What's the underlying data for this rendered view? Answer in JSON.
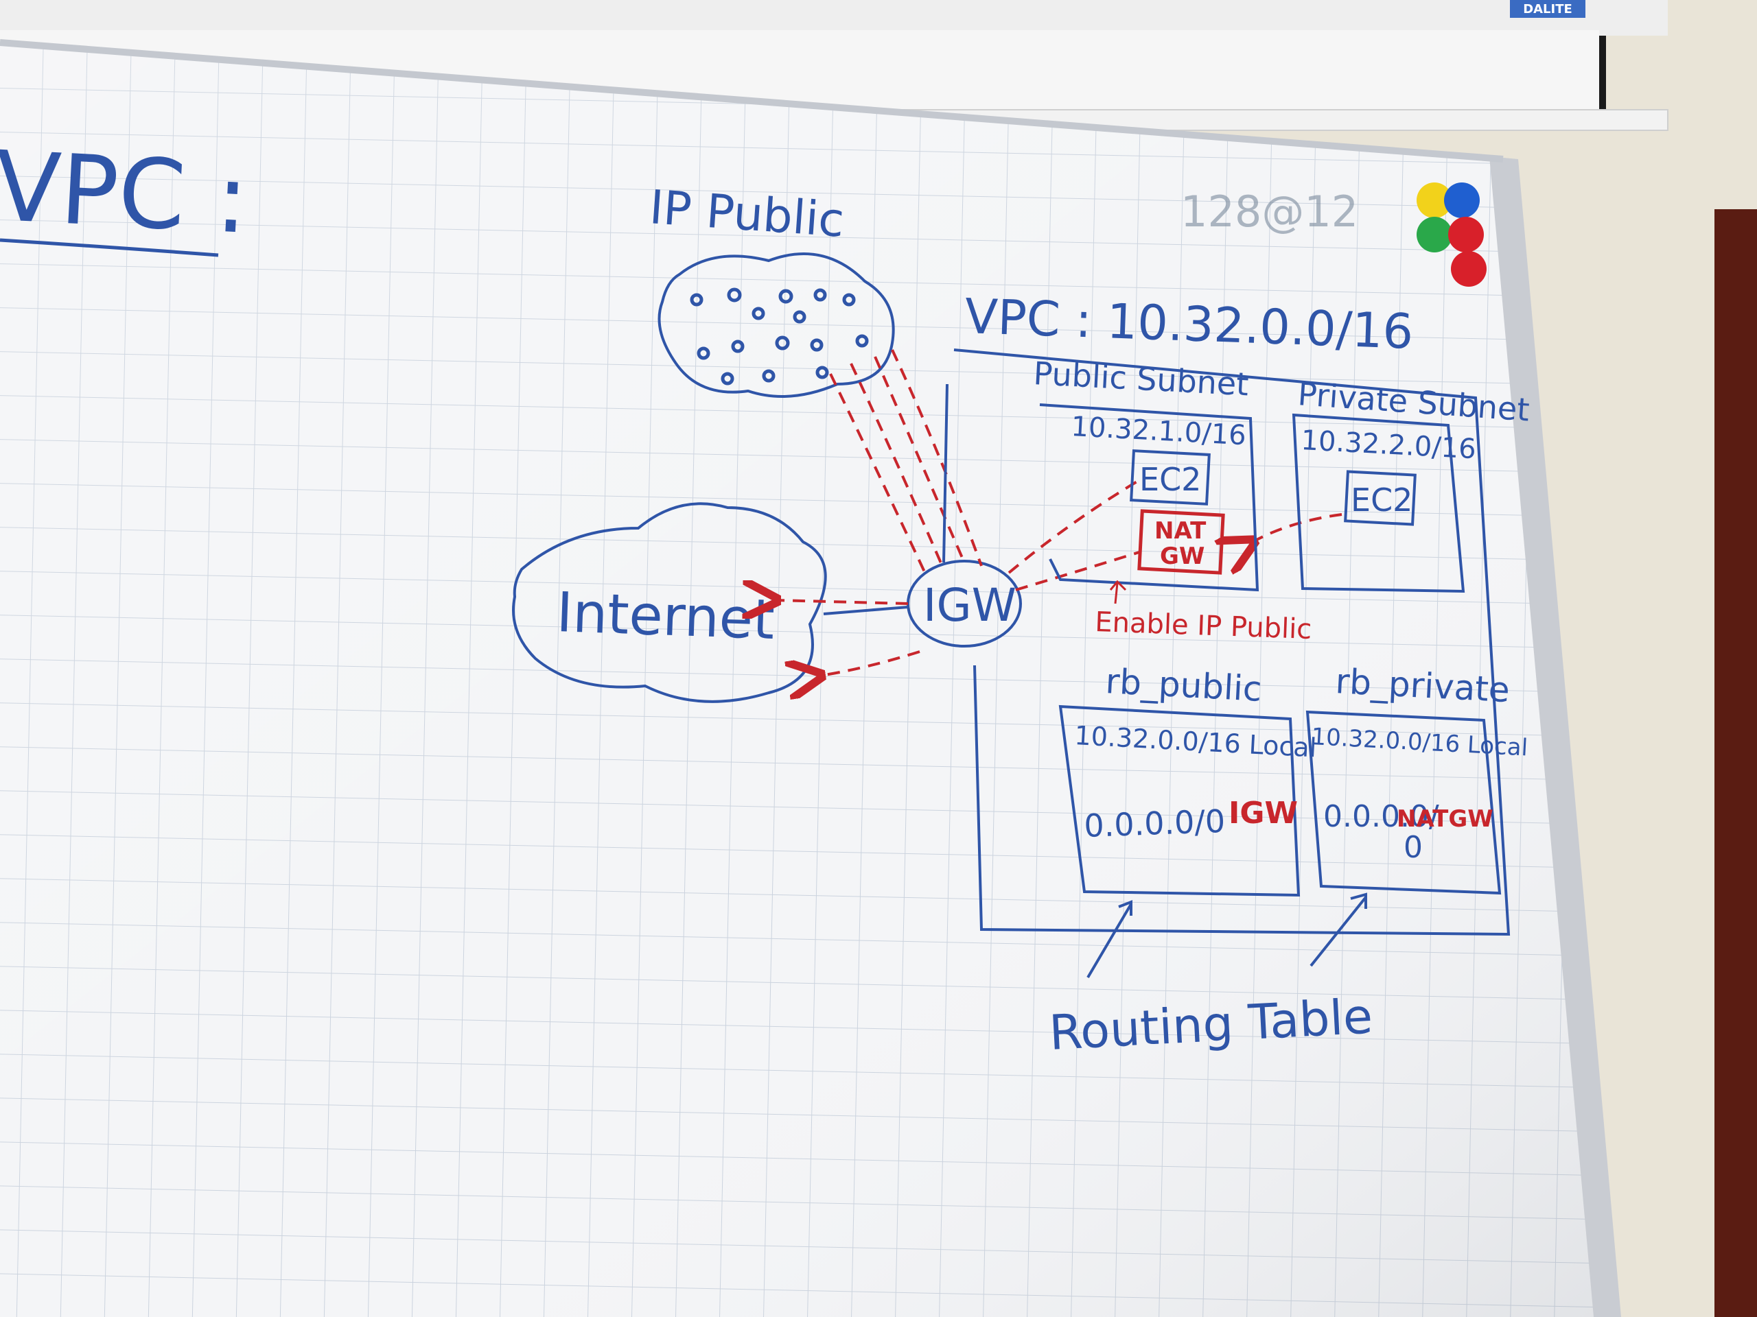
{
  "board": {
    "heading": "VPC :",
    "ip_public_label": "IP Public",
    "scribble": "128@12",
    "vpc_label": "VPC : 10.32.0.0/16",
    "internet_label": "Internet",
    "igw_label": "IGW",
    "public_subnet": {
      "title": "Public Subnet",
      "cidr": "10.32.1.0/16",
      "ec2": "EC2",
      "nat_line1": "NAT",
      "nat_line2": "GW",
      "note": "Enable IP Public"
    },
    "private_subnet": {
      "title": "Private Subnet",
      "cidr": "10.32.2.0/16",
      "ec2": "EC2"
    },
    "rb_public": {
      "title": "rb_public",
      "route1": "10.32.0.0/16 Local",
      "route2_dest": "0.0.0.0/0",
      "route2_target": "IGW"
    },
    "rb_private": {
      "title": "rb_private",
      "route1": "10.32.0.0/16 Local",
      "route2_dest": "0.0.0.0/",
      "route2_dest_tail": "0",
      "route2_target": "NATGW"
    },
    "routing_table_label": "Routing Table",
    "brand_text": "DALITE"
  },
  "colors": {
    "marker_blue": "#2f55a8",
    "marker_red": "#c8262c",
    "board_white": "#f3f4f6",
    "grid_line": "#cfd6e0",
    "wall": "#e8e3d6",
    "magnet_yellow": "#f2d21b",
    "magnet_blue": "#1f5fd0",
    "magnet_green": "#2aa84a",
    "magnet_red": "#d8202a"
  },
  "icons": {
    "cloud_internet": "cloud-icon",
    "cloud_ip_pool": "cloud-icon",
    "magnets": "magnet-icon"
  }
}
